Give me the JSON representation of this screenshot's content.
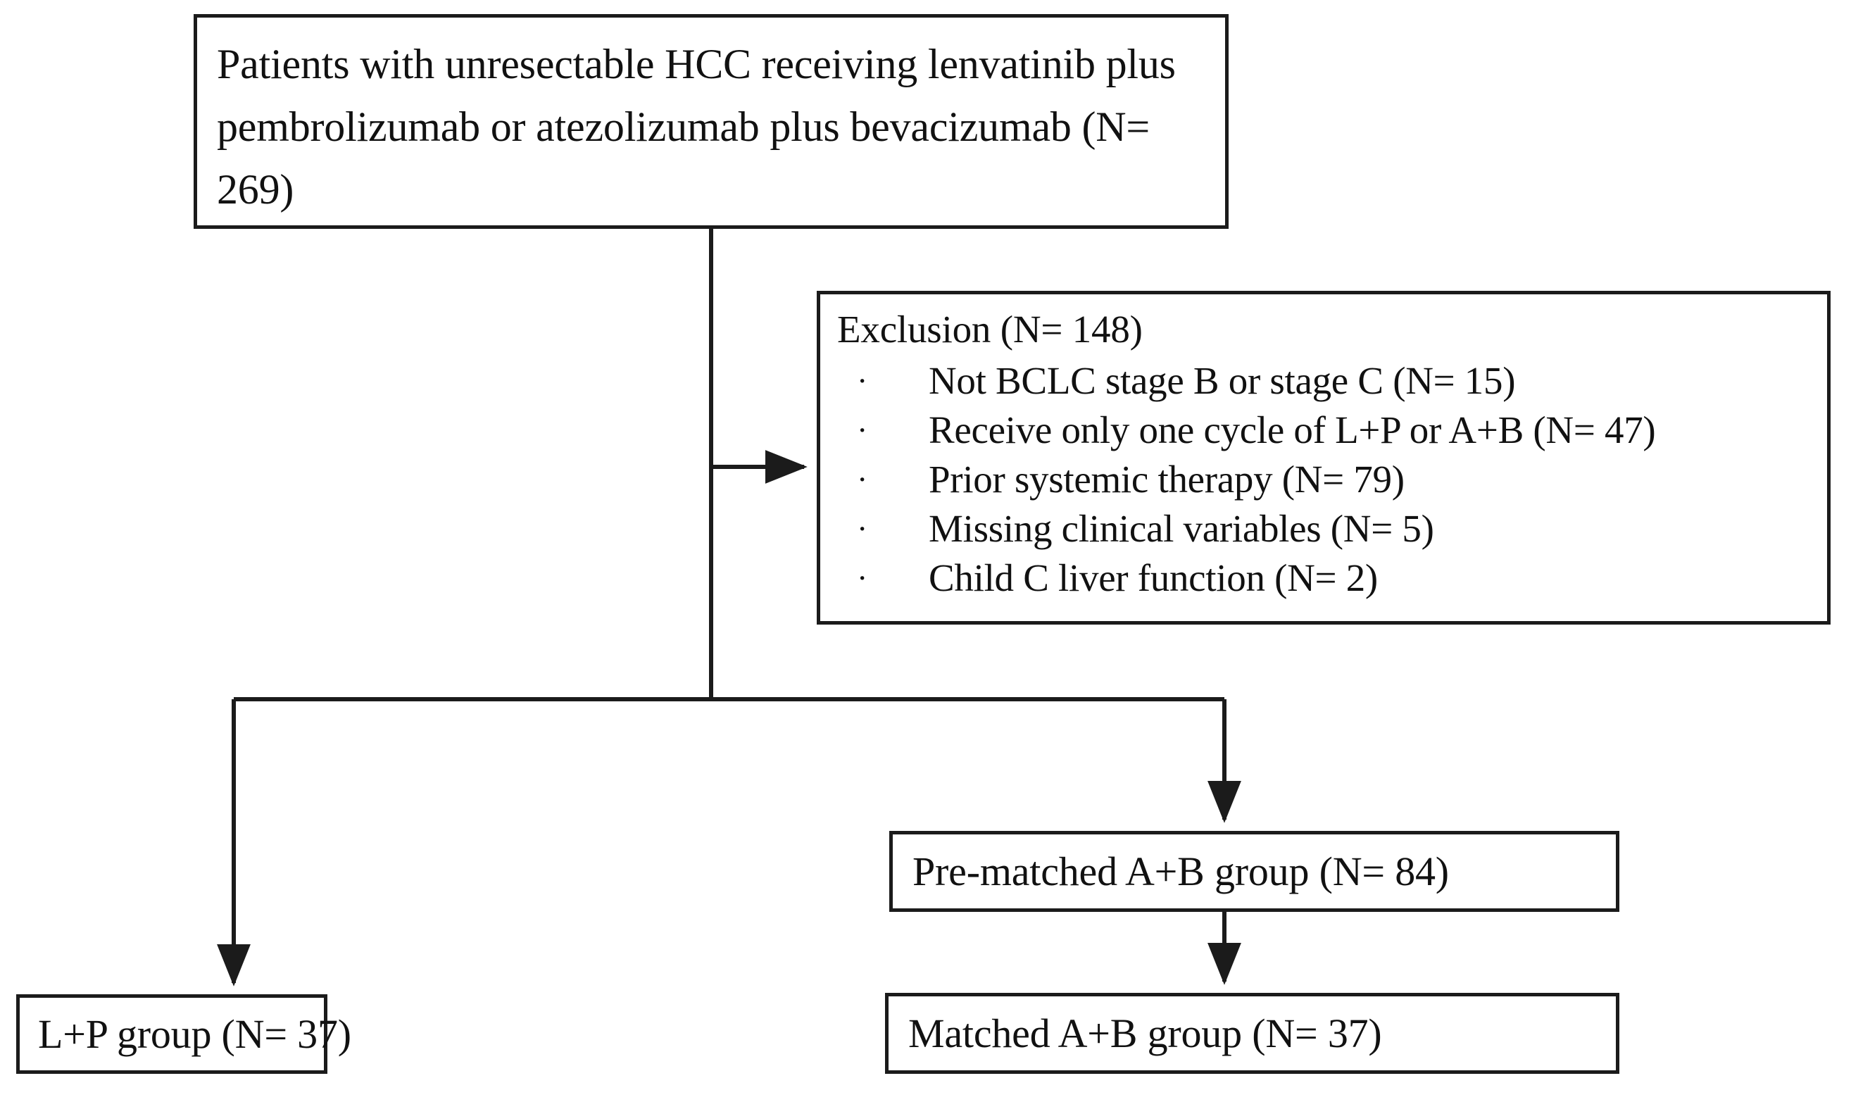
{
  "diagram": {
    "type": "flowchart",
    "orientation": "top-down",
    "stroke_color": "#1b1b1b",
    "fill_color": "#ffffff",
    "text_color": "#111111",
    "nodes": {
      "cohort": {
        "text": "Patients with unresectable HCC receiving lenvatinib plus pembrolizumab or atezolizumab plus bevacizumab (N= 269)",
        "n": 269
      },
      "exclusion": {
        "title": "Exclusion (N= 148)",
        "n": 148,
        "bullet_glyph": "·",
        "items": [
          {
            "label": "Not BCLC stage B or stage C (N= 15)",
            "n": 15
          },
          {
            "label": "Receive only one cycle of L+P or A+B (N= 47)",
            "n": 47
          },
          {
            "label": "Prior systemic therapy (N= 79)",
            "n": 79
          },
          {
            "label": "Missing clinical variables (N= 5)",
            "n": 5
          },
          {
            "label": "Child C liver function (N= 2)",
            "n": 2
          }
        ]
      },
      "prematched_ab": {
        "text": "Pre-matched A+B group (N= 84)",
        "n": 84
      },
      "lp_group": {
        "text": "L+P group (N= 37)",
        "n": 37
      },
      "matched_ab": {
        "text": "Matched A+B group (N= 37)",
        "n": 37
      }
    },
    "edges": [
      {
        "from": "cohort",
        "to": "exclusion",
        "style": "elbow-right-arrow"
      },
      {
        "from": "cohort",
        "to": "lp_group",
        "style": "elbow-left-arrow"
      },
      {
        "from": "cohort",
        "to": "prematched_ab",
        "style": "elbow-right-arrow"
      },
      {
        "from": "prematched_ab",
        "to": "matched_ab",
        "style": "straight-down-arrow"
      }
    ]
  }
}
